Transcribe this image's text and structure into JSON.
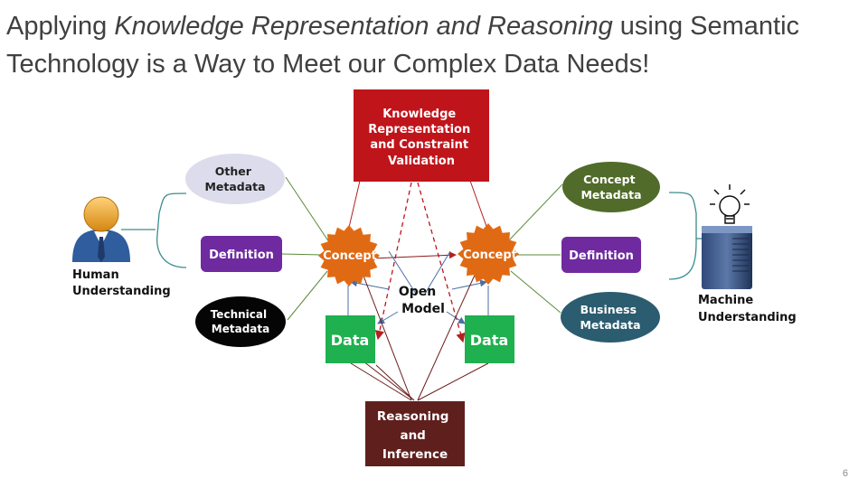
{
  "slide": {
    "title": {
      "prefix": "Applying ",
      "emphasis": "Knowledge Representation and Reasoning",
      "suffix": " using Semantic Technology is a Way to Meet our Complex Data Needs!"
    },
    "page_number": "6"
  },
  "diagram": {
    "top_box": {
      "lines": [
        "Knowledge",
        "Representation",
        "and Constraint",
        "Validation"
      ],
      "color": "#c0141b"
    },
    "bottom_box": {
      "lines": [
        "Reasoning",
        "and",
        "Inference"
      ],
      "color": "#5f1f1d"
    },
    "concept_left": {
      "label": "Concept",
      "color": "#e06a14"
    },
    "concept_right": {
      "label": "Concept",
      "color": "#e06a14"
    },
    "data_left": {
      "label": "Data",
      "color": "#1fb04f"
    },
    "data_right": {
      "label": "Data",
      "color": "#1fb04f"
    },
    "open_model": {
      "lines": [
        "Open",
        "Model"
      ]
    },
    "left_items": [
      {
        "lines": [
          "Other",
          "Metadata"
        ],
        "color": "#dcdcec",
        "text_color": "#222222"
      },
      {
        "lines": [
          "Definition"
        ],
        "color": "#6f2aa0",
        "text_color": "#ffffff"
      },
      {
        "lines": [
          "Technical",
          "Metadata"
        ],
        "color": "#050505",
        "text_color": "#ffffff"
      }
    ],
    "right_items": [
      {
        "lines": [
          "Concept",
          "Metadata"
        ],
        "color": "#516b2a",
        "text_color": "#ffffff"
      },
      {
        "lines": [
          "Definition"
        ],
        "color": "#6f2aa0",
        "text_color": "#ffffff"
      },
      {
        "lines": [
          "Business",
          "Metadata"
        ],
        "color": "#2b5c70",
        "text_color": "#ffffff"
      }
    ],
    "human": {
      "lines": [
        "Human",
        "Understanding"
      ],
      "icon": "person-icon"
    },
    "machine": {
      "lines": [
        "Machine",
        "Understanding"
      ],
      "icons": [
        "lightbulb-icon",
        "server-icon"
      ]
    }
  }
}
